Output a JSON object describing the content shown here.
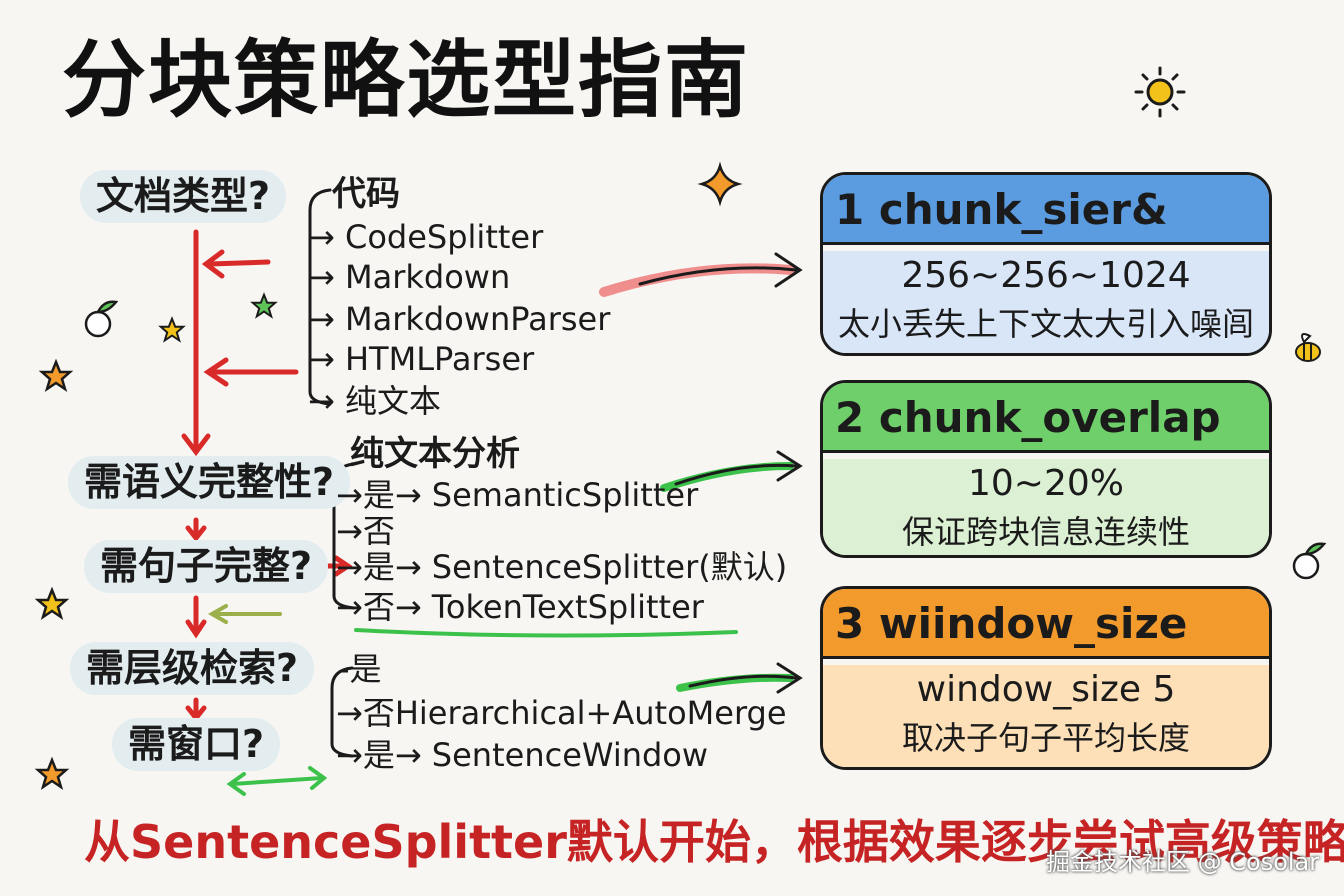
{
  "title": "分块策略选型指南",
  "questions": {
    "doc_type": "文档类型?",
    "semantic": "需语义完整性?",
    "sentence": "需句子完整?",
    "hierarchy": "需层级检索?",
    "window": "需窗口?"
  },
  "doc_type_options": {
    "head": "代码",
    "items": [
      "→ CodeSplitter",
      "→ Markdown",
      "→ MarkdownParser",
      "→ HTMLParser",
      "→ 纯文本"
    ]
  },
  "text_options": {
    "head": "纯文本分析",
    "items": [
      "→是→ SemanticSplitter",
      "→否",
      "→是→ SentenceSplitter(默认)",
      "→否→ TokenTextSplitter"
    ]
  },
  "hier_options": {
    "items": [
      "-是",
      "→否Hierarchical+AutoMerge",
      "→是→ SentenceWindow"
    ]
  },
  "params": [
    {
      "header": "1 chunk_sier&",
      "value": "256~256~1024",
      "note": "太小丢失上下文太大引入噪闾",
      "color": "#5b9be0"
    },
    {
      "header": "2 chunk_overlap",
      "value": "10~20%",
      "note": "保证跨块信息连续性",
      "color": "#6fcf6a"
    },
    {
      "header": "3 wiindow_size",
      "value": "window_size 5",
      "note": "取决子句子平均长度",
      "color": "#f29b2c"
    }
  ],
  "footer": "从SentenceSplitter默认开始，根据效果逐步尝试高级策略",
  "watermark": "掘金技术社区 @ Cosolar",
  "icons": [
    "sun-icon",
    "sparkle-icon",
    "star-icon",
    "apple-icon",
    "bee-icon"
  ]
}
